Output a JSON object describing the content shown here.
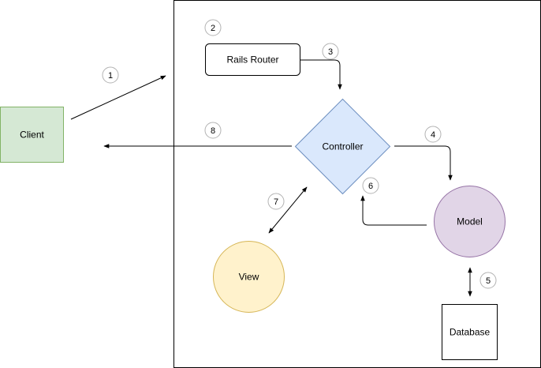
{
  "diagram": {
    "nodes": {
      "client": {
        "label": "Client",
        "fill": "#d5e8d4",
        "stroke": "#82b366"
      },
      "router": {
        "label": "Rails Router",
        "fill": "#ffffff",
        "stroke": "#000000"
      },
      "controller": {
        "label": "Controller",
        "fill": "#dae8fc",
        "stroke": "#6c8ebf"
      },
      "model": {
        "label": "Model",
        "fill": "#e1d5e7",
        "stroke": "#9673a6"
      },
      "view": {
        "label": "View",
        "fill": "#fff2cc",
        "stroke": "#d6b656"
      },
      "database": {
        "label": "Database",
        "fill": "#ffffff",
        "stroke": "#000000"
      }
    },
    "steps": [
      "1",
      "2",
      "3",
      "4",
      "5",
      "6",
      "7",
      "8"
    ]
  }
}
